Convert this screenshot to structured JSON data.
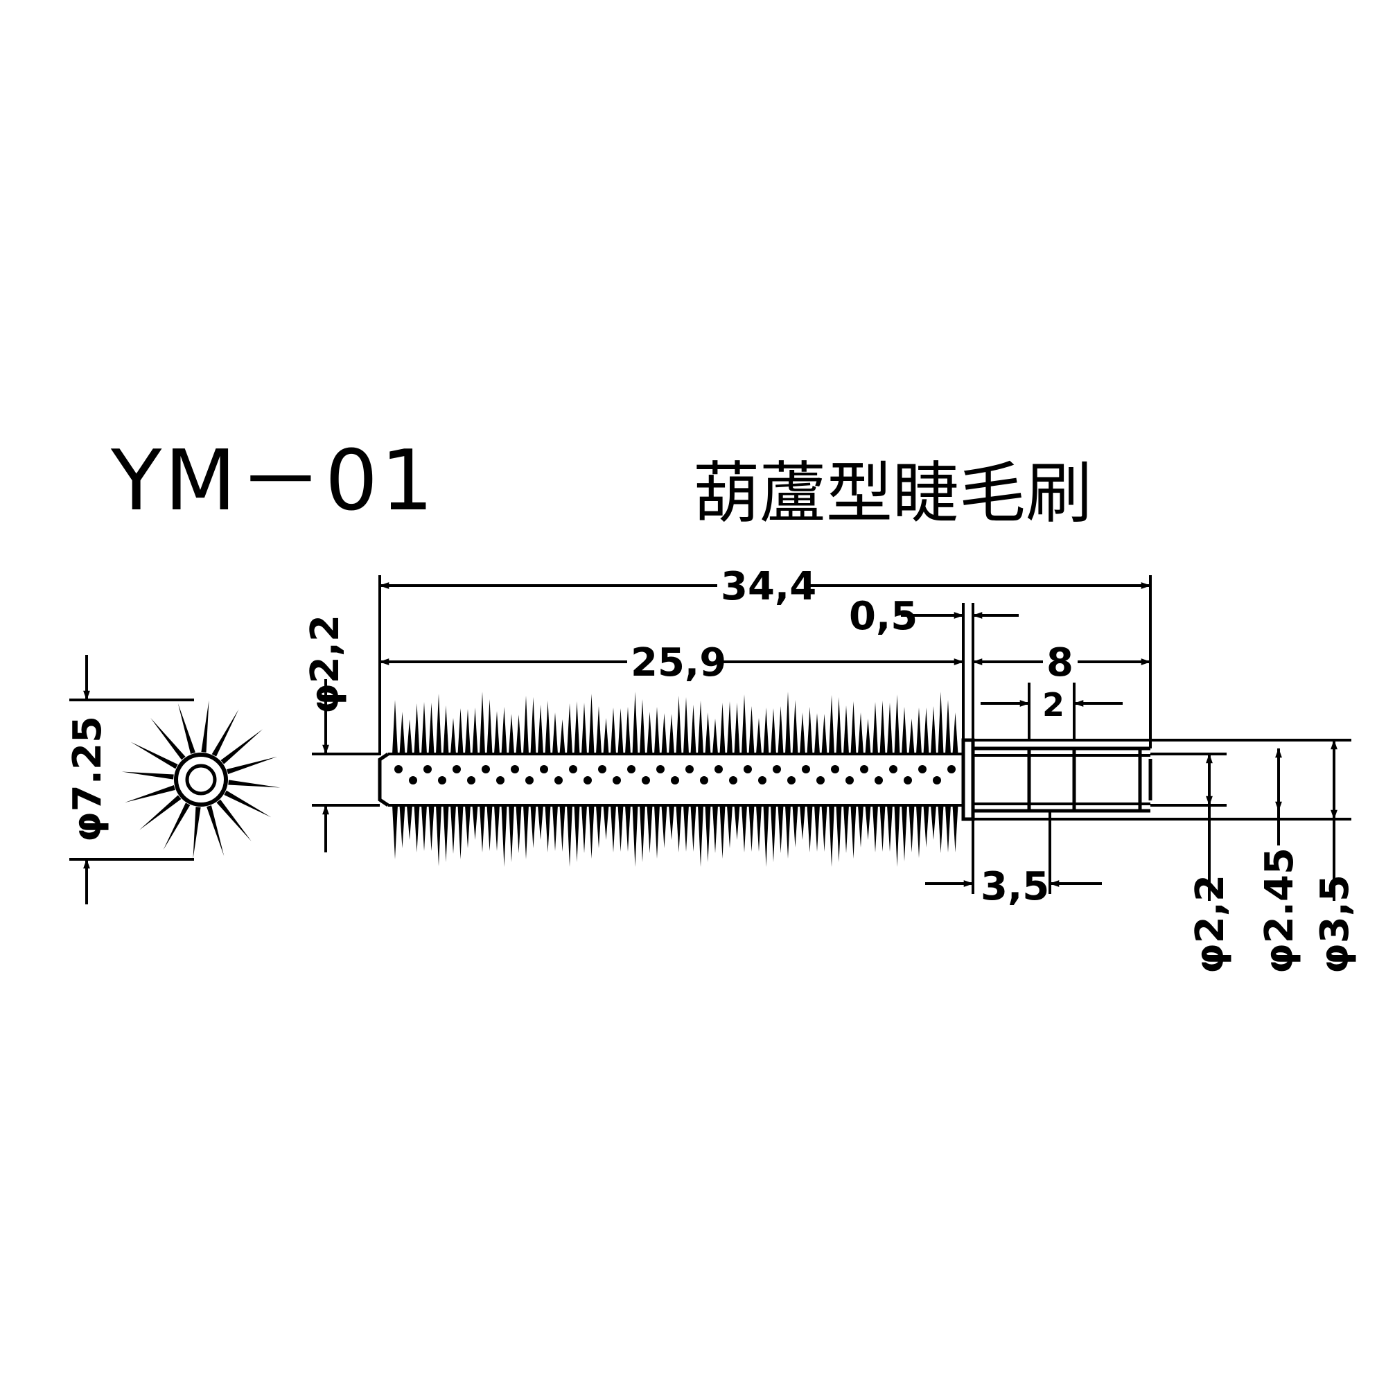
{
  "drawing": {
    "model_code": "YM－01",
    "product_name": "葫蘆型睫毛刷"
  },
  "dimensions": {
    "overall_length": "34,4",
    "brush_length": "25,9",
    "collar_width": "0,5",
    "stem_length": "8",
    "groove_width": "2",
    "groove_offset": "3,5",
    "core_diameter": "φ2,2",
    "brush_diameter": "φ7.25",
    "stem_diameter_1": "φ2,2",
    "stem_diameter_2": "φ2.45",
    "stem_diameter_3": "φ3,5"
  },
  "colors": {
    "ink": "#000000",
    "paper": "#ffffff"
  }
}
